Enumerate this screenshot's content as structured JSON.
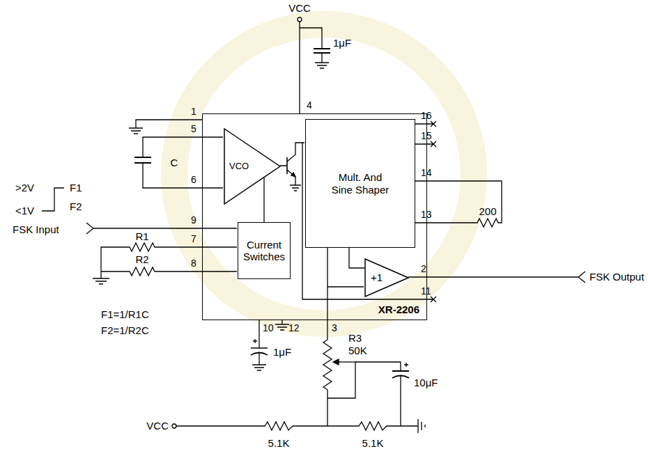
{
  "diagram": {
    "nodes": [
      {
        "text": [
          "XR-2206"
        ]
      },
      {
        "text": [
          "Mult. And Sine Shaper"
        ],
        "in": 0
      },
      {
        "text": [
          "VCO"
        ],
        "in": 0
      },
      {
        "text": [
          "Current Switches"
        ],
        "in": 0
      },
      {
        "text": [
          "+1"
        ],
        "in": 0
      }
    ],
    "edges": [
      {
        "from": 3,
        "to": 2,
        "arrow": "none"
      },
      {
        "from": 1,
        "to": 4,
        "arrow": "none"
      }
    ],
    "labels": [
      "VCC",
      "1μF",
      "1",
      "4",
      "5",
      "6",
      "16",
      "15",
      "14",
      "13",
      "9",
      "7",
      "8",
      "2",
      "11",
      "10",
      "12",
      "3",
      "C",
      ">2V",
      "<1V",
      "F1",
      "F2",
      "FSK Input",
      "R1",
      "R2",
      "200",
      "FSK Output",
      "F1=1/R1C",
      "F2=1/R2C",
      "1μF",
      "R3",
      "50K",
      "10μF",
      "VCC",
      "5.1K",
      "5.1K"
    ]
  }
}
